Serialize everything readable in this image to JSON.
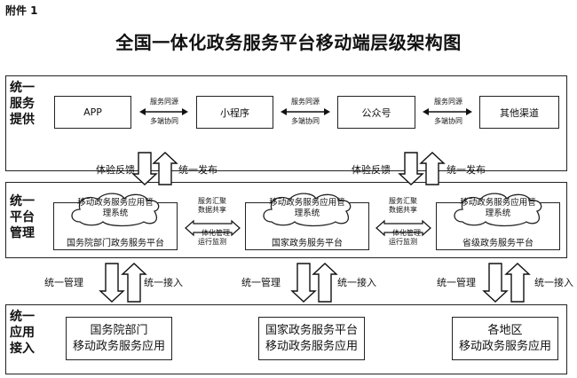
{
  "attachment": "附件 1",
  "title": "全国一体化政务服务平台移动端层级架构图",
  "layers": {
    "service": {
      "label_lines": [
        "统一",
        "服务",
        "提供"
      ]
    },
    "platform": {
      "label_lines": [
        "统一",
        "平台",
        "管理"
      ]
    },
    "app": {
      "label_lines": [
        "统一",
        "应用",
        "接入"
      ]
    }
  },
  "service_channels": [
    "APP",
    "小程序",
    "公众号",
    "其他渠道"
  ],
  "channel_link": {
    "top": "服务同源",
    "bottom": "多端协同"
  },
  "feedback": {
    "up_down_left": "体验反馈",
    "release_right": "统一发布"
  },
  "platforms": [
    {
      "cloud": "移动政务服务应用管理系统",
      "name": "国务院部门政务服务平台"
    },
    {
      "cloud": "移动政务服务应用管理系统",
      "name": "国家政务服务平台"
    },
    {
      "cloud": "移动政务服务应用管理系统",
      "name": "省级政务服务平台"
    }
  ],
  "platform_link": {
    "top_line1": "服务汇聚",
    "top_line2": "数据共享",
    "bottom_line1": "一体化管理",
    "bottom_line2": "运行监测"
  },
  "access": {
    "manage": "统一管理",
    "join": "统一接入"
  },
  "apps": [
    {
      "line1": "国务院部门",
      "line2": "移动政务服务应用"
    },
    {
      "line1": "国家政务服务平台",
      "line2": "移动政务服务应用"
    },
    {
      "line1": "各地区",
      "line2": "移动政务服务应用"
    }
  ]
}
